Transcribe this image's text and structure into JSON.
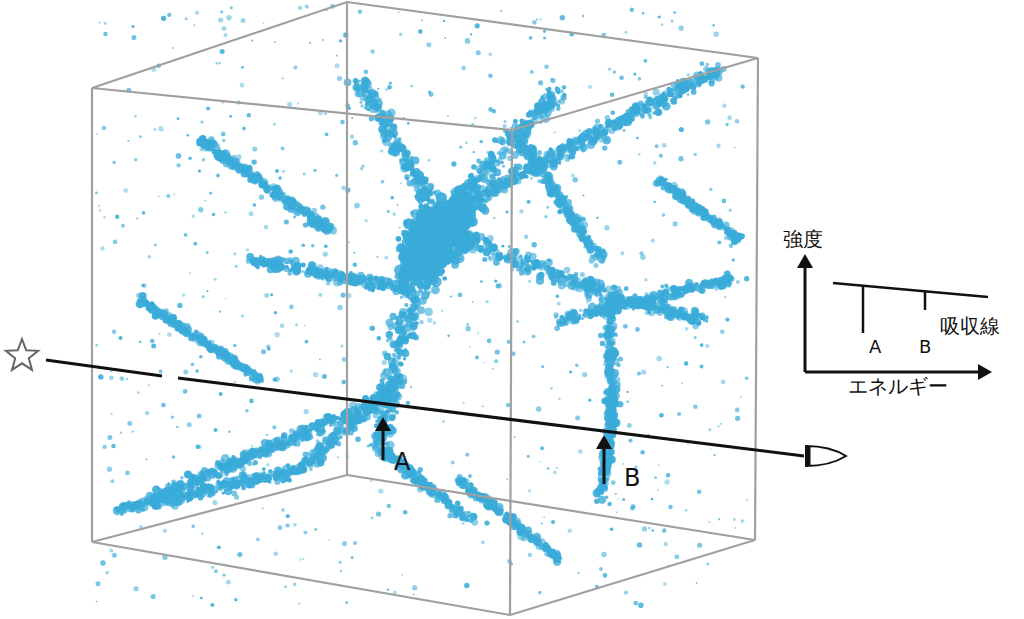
{
  "diagram": {
    "labels": [
      "強度",
      "吸収線",
      "A",
      "B",
      "エネルギー",
      "A",
      "B"
    ]
  }
}
